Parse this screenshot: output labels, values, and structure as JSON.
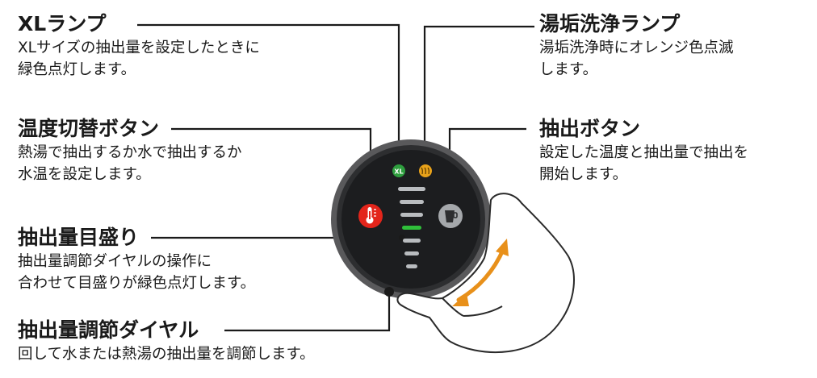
{
  "callouts": {
    "xl_lamp": {
      "title": "XLランプ",
      "desc": [
        "XLサイズの抽出量を設定したときに",
        "緑色点灯します。"
      ]
    },
    "temp_button": {
      "title": "温度切替ボタン",
      "desc": [
        "熱湯で抽出するか水で抽出するか",
        "水温を設定します。"
      ]
    },
    "gauge": {
      "title": "抽出量目盛り",
      "desc": [
        "抽出量調節ダイヤルの操作に",
        "合わせて目盛りが緑色点灯します。"
      ]
    },
    "dial": {
      "title": "抽出量調節ダイヤル",
      "desc": [
        "回して水または熱湯の抽出量を調節します。"
      ]
    },
    "descale_lamp": {
      "title": "湯垢洗浄ランプ",
      "desc": [
        "湯垢洗浄時にオレンジ色点滅",
        "します。"
      ]
    },
    "brew_button": {
      "title": "抽出ボタン",
      "desc": [
        "設定した温度と抽出量で抽出を",
        "開始します。"
      ]
    }
  },
  "indicators": {
    "xl": "XL",
    "xl_color": "#2e9e3e",
    "descale_color": "#e8a21a"
  },
  "gauge_levels": {
    "total": 7,
    "lit": 1,
    "lit_color": "#2fbf3a",
    "unlit_color": "#b9bcbf"
  },
  "colors": {
    "temp_button": "#e3251b",
    "brew_button": "#a5a8ab",
    "dial_arrow": "#e8901a",
    "panel": "#1c1d1f"
  }
}
